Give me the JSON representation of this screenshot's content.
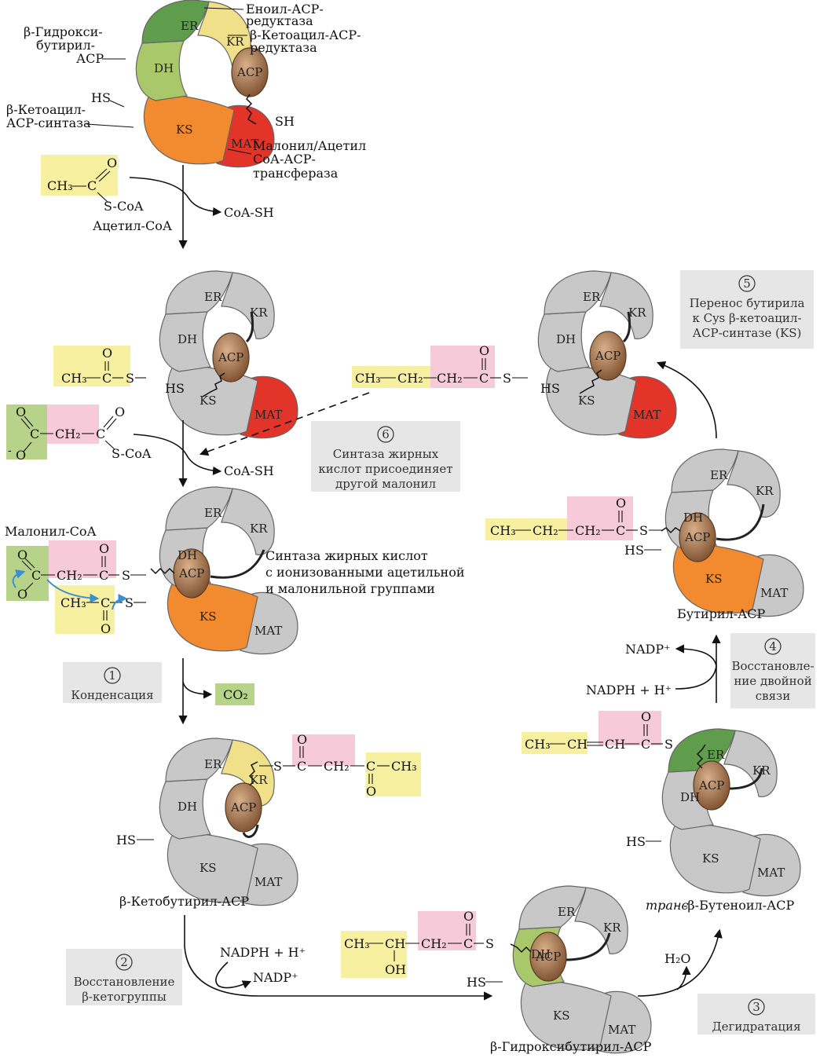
{
  "colors": {
    "gray": "#c8c8c8",
    "gray_dark": "#a9a9a9",
    "ER_green": "#5f9c4c",
    "DH_green": "#a9c86a",
    "KR_yellow": "#f1e08a",
    "KS_orange": "#f28a30",
    "MAT_red": "#e3342a",
    "ACP_brown": "#9c6a45",
    "hl_yellow": "#f6f0a0",
    "hl_pink": "#f6cad8",
    "hl_green": "#b7d38a",
    "step_box": "#e6e6e6",
    "arrow_blue": "#3b8fd0"
  },
  "domains": {
    "ER": "ER",
    "KR": "KR",
    "DH": "DH",
    "KS": "KS",
    "MAT": "MAT",
    "ACP": "ACP"
  },
  "top_labels": {
    "enoyl_1": "Еноил-АСР-",
    "enoyl_2": "редуктаза",
    "ketoacyl_red_1": "β-Кетоацил-АСР-",
    "ketoacyl_red_2": "редуктаза",
    "hydroxy_1": "β-Гидрокси-",
    "hydroxy_2": "бутирил-",
    "hydroxy_3": "АСР",
    "synthase_1": "β-Кетоацил-",
    "synthase_2": "АСР-синтаза",
    "mat_1": "Малонил/Ацетил",
    "mat_2": "СоА-АСР-",
    "mat_3": "трансфераза"
  },
  "chem": {
    "HS": "HS",
    "SH": "SH",
    "S": "S",
    "O": "O",
    "CH3": "CH₃",
    "CH2": "CH₂",
    "CH": "CH",
    "C": "C",
    "OH": "OH",
    "SCoA": "S-CoA",
    "CoASH": "CoA-SH",
    "CO2": "CO₂",
    "NADPH": "NADPH + H⁺",
    "NADP": "NADP⁺",
    "H2O": "H₂O"
  },
  "names": {
    "acetyl_coa": "Ацетил-СоА",
    "malonyl_coa": "Малонил-СоА",
    "ketobutyryl": "β-Кетобутирил-АСР",
    "hydroxybutyryl": "β-Гидроксибутирил-АСР",
    "butenoyl_prefix": "транс",
    "butenoyl_rest": "-β-Бутеноил-АСР",
    "butyryl": "Бутирил-АСР"
  },
  "ionized_note": [
    "Синтаза жирных кислот",
    "с ионизованными ацетильной",
    "и малонильной группами"
  ],
  "steps": [
    {
      "num": "1",
      "lines": [
        "Конденсация"
      ]
    },
    {
      "num": "2",
      "lines": [
        "Восстановление",
        "β-кетогруппы"
      ]
    },
    {
      "num": "3",
      "lines": [
        "Дегидратация"
      ]
    },
    {
      "num": "4",
      "lines": [
        "Восстановле-",
        "ние двойной",
        "связи"
      ]
    },
    {
      "num": "5",
      "lines": [
        "Перенос бутирила",
        "к Cys β-кетоацил-",
        "АСР-синтазе (KS)"
      ]
    },
    {
      "num": "6",
      "lines": [
        "Синтаза жирных",
        "кислот присоединяет",
        "другой малонил"
      ]
    }
  ]
}
